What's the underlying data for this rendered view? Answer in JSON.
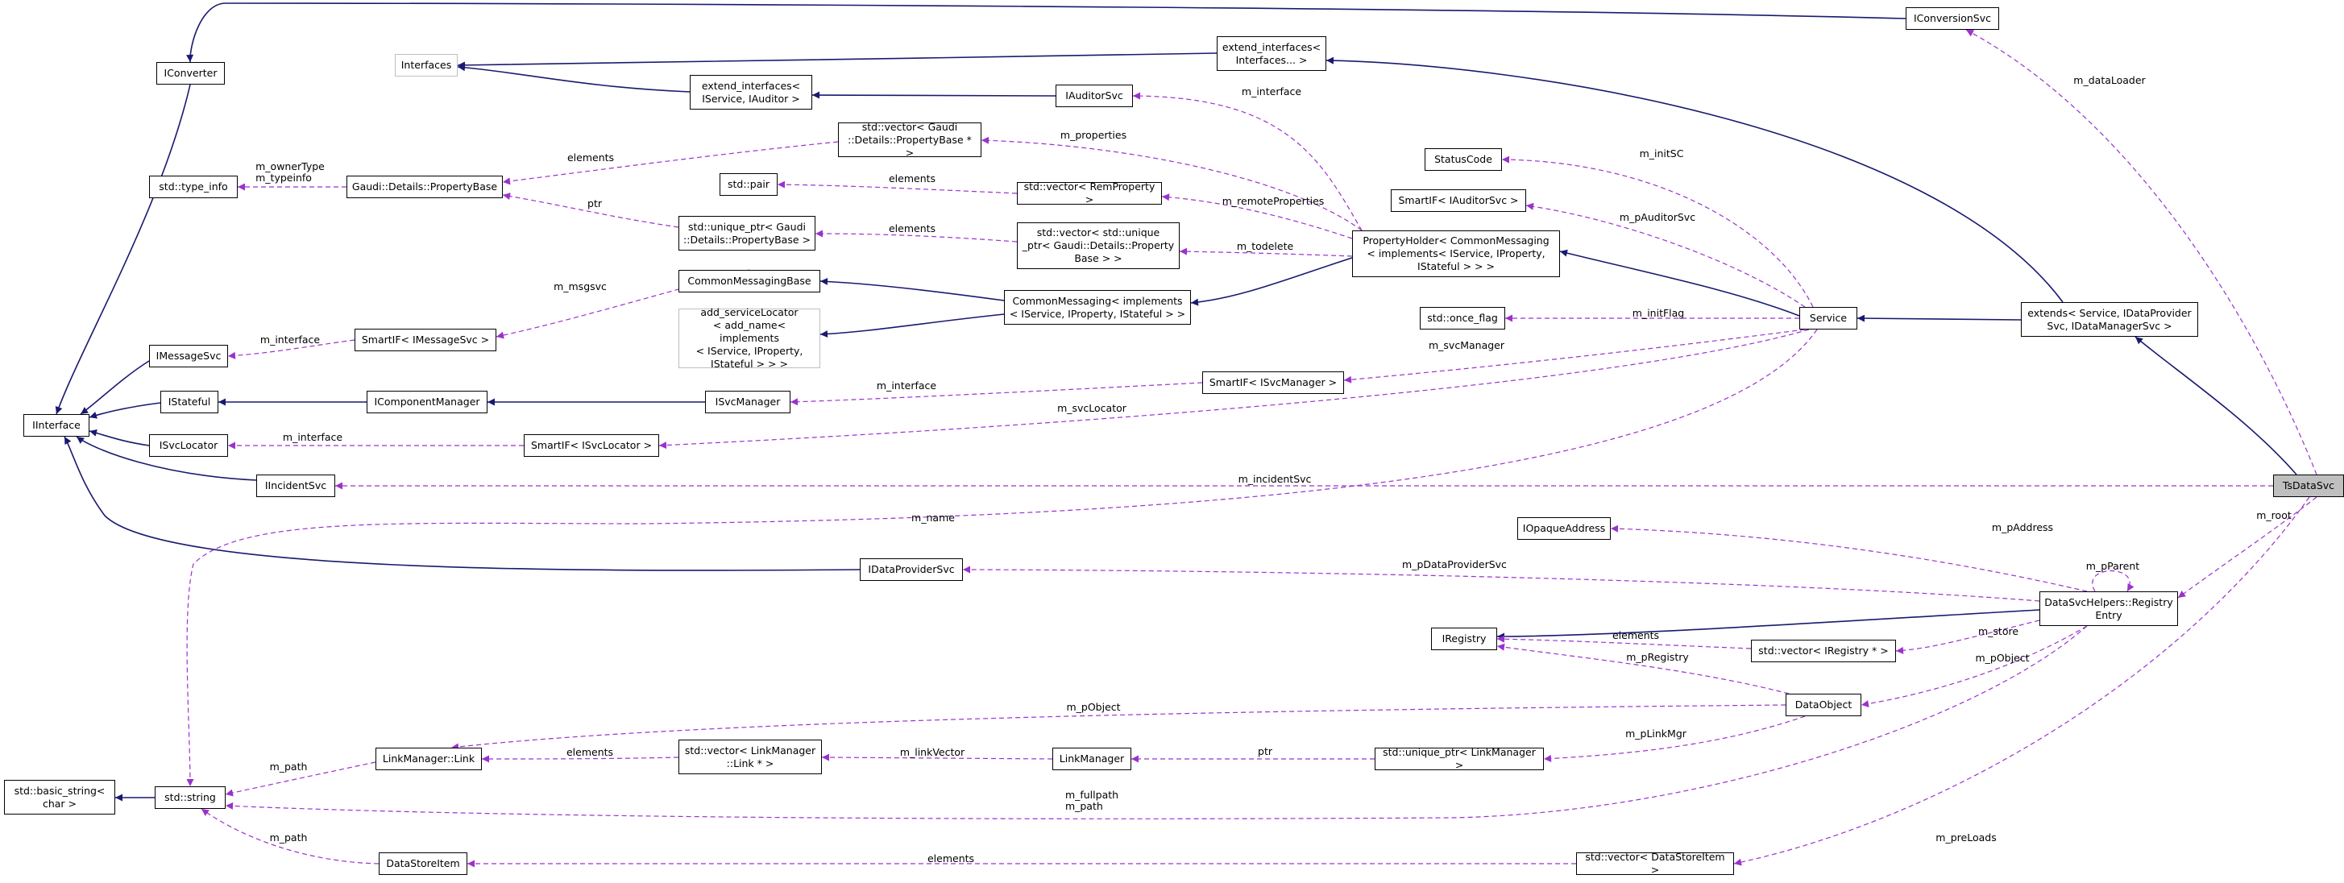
{
  "diagram": {
    "title": "TsDataSvc collaboration diagram",
    "colors": {
      "inheritance": "#191970",
      "usage": "#9a32cd",
      "node_border": "#000000",
      "focus_fill": "#bfbfbf"
    },
    "nodes": [
      {
        "id": "tsdatasvc",
        "label": "TsDataSvc",
        "focus": true
      },
      {
        "id": "iconverter",
        "label": "IConverter"
      },
      {
        "id": "iconversionsvc",
        "label": "IConversionSvc"
      },
      {
        "id": "interfaces",
        "label": "Interfaces",
        "gray": true
      },
      {
        "id": "extend_interfaces_var",
        "label": "extend_interfaces<\nInterfaces... >"
      },
      {
        "id": "extend_interfaces_auditor",
        "label": "extend_interfaces<\nIService, IAuditor >"
      },
      {
        "id": "iauditorsvc",
        "label": "IAuditorSvc"
      },
      {
        "id": "vector_propertybase",
        "label": "std::vector< Gaudi\n::Details::PropertyBase * >"
      },
      {
        "id": "type_info",
        "label": "std::type_info"
      },
      {
        "id": "propertybase",
        "label": "Gaudi::Details::PropertyBase"
      },
      {
        "id": "pair",
        "label": "std::pair"
      },
      {
        "id": "vector_remproperty",
        "label": "std::vector< RemProperty >"
      },
      {
        "id": "statuscode",
        "label": "StatusCode"
      },
      {
        "id": "smartif_auditorsvc",
        "label": "SmartIF< IAuditorSvc >"
      },
      {
        "id": "unique_ptr_propertybase",
        "label": "std::unique_ptr< Gaudi\n::Details::PropertyBase >"
      },
      {
        "id": "vector_unique_ptr",
        "label": "std::vector< std::unique\n_ptr< Gaudi::Details::Property\nBase > >"
      },
      {
        "id": "propertyholder",
        "label": "PropertyHolder< CommonMessaging\n< implements< IService, IProperty,\n IStateful > > >"
      },
      {
        "id": "commonmessagingbase",
        "label": "CommonMessagingBase"
      },
      {
        "id": "commonmessaging",
        "label": "CommonMessaging< implements\n< IService, IProperty, IStateful > >"
      },
      {
        "id": "add_servicelocator",
        "label": "add_serviceLocator\n< add_name< implements\n< IService, IProperty,\n IStateful > > >",
        "gray": true
      },
      {
        "id": "imessagesvc",
        "label": "IMessageSvc"
      },
      {
        "id": "smartif_messagesvc",
        "label": "SmartIF< IMessageSvc >"
      },
      {
        "id": "once_flag",
        "label": "std::once_flag"
      },
      {
        "id": "service",
        "label": "Service"
      },
      {
        "id": "extends_service",
        "label": "extends< Service, IDataProvider\nSvc, IDataManagerSvc >"
      },
      {
        "id": "istateful",
        "label": "IStateful"
      },
      {
        "id": "icomponentmanager",
        "label": "IComponentManager"
      },
      {
        "id": "isvcmanager",
        "label": "ISvcManager"
      },
      {
        "id": "smartif_svcmanager",
        "label": "SmartIF< ISvcManager >"
      },
      {
        "id": "iinterface",
        "label": "IInterface"
      },
      {
        "id": "isvclocator",
        "label": "ISvcLocator"
      },
      {
        "id": "smartif_svclocator",
        "label": "SmartIF< ISvcLocator >"
      },
      {
        "id": "iincidentsvc",
        "label": "IIncidentSvc"
      },
      {
        "id": "iopaqueaddress",
        "label": "IOpaqueAddress"
      },
      {
        "id": "idataprovidersvc",
        "label": "IDataProviderSvc"
      },
      {
        "id": "registryentry",
        "label": "DataSvcHelpers::Registry\nEntry"
      },
      {
        "id": "iregistry",
        "label": "IRegistry"
      },
      {
        "id": "vector_iregistry",
        "label": "std::vector< IRegistry * >"
      },
      {
        "id": "dataobject",
        "label": "DataObject"
      },
      {
        "id": "basic_string",
        "label": "std::basic_string<\nchar >"
      },
      {
        "id": "string",
        "label": "std::string"
      },
      {
        "id": "link",
        "label": "LinkManager::Link"
      },
      {
        "id": "vector_link",
        "label": "std::vector< LinkManager\n::Link * >"
      },
      {
        "id": "linkmanager",
        "label": "LinkManager"
      },
      {
        "id": "unique_ptr_linkmanager",
        "label": "std::unique_ptr< LinkManager >"
      },
      {
        "id": "datastoreitem",
        "label": "DataStoreItem"
      },
      {
        "id": "vector_datastoreitem",
        "label": "std::vector< DataStoreItem >"
      }
    ],
    "edge_labels": [
      {
        "id": "m_dataloader",
        "text": "m_dataLoader"
      },
      {
        "id": "m_interface_auditor",
        "text": "m_interface"
      },
      {
        "id": "m_properties",
        "text": "m_properties"
      },
      {
        "id": "elements_propbase",
        "text": "elements"
      },
      {
        "id": "m_ownertype",
        "text": "m_ownerType\nm_typeinfo"
      },
      {
        "id": "m_initsc",
        "text": "m_initSC"
      },
      {
        "id": "elements_pair",
        "text": "elements"
      },
      {
        "id": "ptr_propbase",
        "text": "ptr"
      },
      {
        "id": "m_remoteproperties",
        "text": "m_remoteProperties"
      },
      {
        "id": "elements_uptr",
        "text": "elements"
      },
      {
        "id": "m_todelete",
        "text": "m_todelete"
      },
      {
        "id": "m_pauditorsvc",
        "text": "m_pAuditorSvc"
      },
      {
        "id": "m_msgsvc",
        "text": "m_msgsvc"
      },
      {
        "id": "m_interface_msg",
        "text": "m_interface"
      },
      {
        "id": "m_initflag",
        "text": "m_initFlag"
      },
      {
        "id": "m_svcmanager",
        "text": "m_svcManager"
      },
      {
        "id": "m_interface_svcmgr",
        "text": "m_interface"
      },
      {
        "id": "m_svclocator",
        "text": "m_svcLocator"
      },
      {
        "id": "m_interface_svcloc",
        "text": "m_interface"
      },
      {
        "id": "m_incidentsvc",
        "text": "m_incidentSvc"
      },
      {
        "id": "m_root",
        "text": "m_root"
      },
      {
        "id": "m_name",
        "text": "m_name"
      },
      {
        "id": "m_paddress",
        "text": "m_pAddress"
      },
      {
        "id": "m_pparent",
        "text": "m_pParent"
      },
      {
        "id": "m_pdataprovidersvc",
        "text": "m_pDataProviderSvc"
      },
      {
        "id": "m_store",
        "text": "m_store"
      },
      {
        "id": "elements_reg",
        "text": "elements"
      },
      {
        "id": "m_pobject_reg",
        "text": "m_pObject"
      },
      {
        "id": "m_pregistry",
        "text": "m_pRegistry"
      },
      {
        "id": "m_pobject_link",
        "text": "m_pObject"
      },
      {
        "id": "m_path_link",
        "text": "m_path"
      },
      {
        "id": "elements_link",
        "text": "elements"
      },
      {
        "id": "m_linkvector",
        "text": "m_linkVector"
      },
      {
        "id": "ptr_linkmgr",
        "text": "ptr"
      },
      {
        "id": "m_plinkmgr",
        "text": "m_pLinkMgr"
      },
      {
        "id": "m_fullpath",
        "text": "m_fullpath\nm_path"
      },
      {
        "id": "m_path_item",
        "text": "m_path"
      },
      {
        "id": "elements_item",
        "text": "elements"
      },
      {
        "id": "m_preloads",
        "text": "m_preLoads"
      }
    ]
  }
}
